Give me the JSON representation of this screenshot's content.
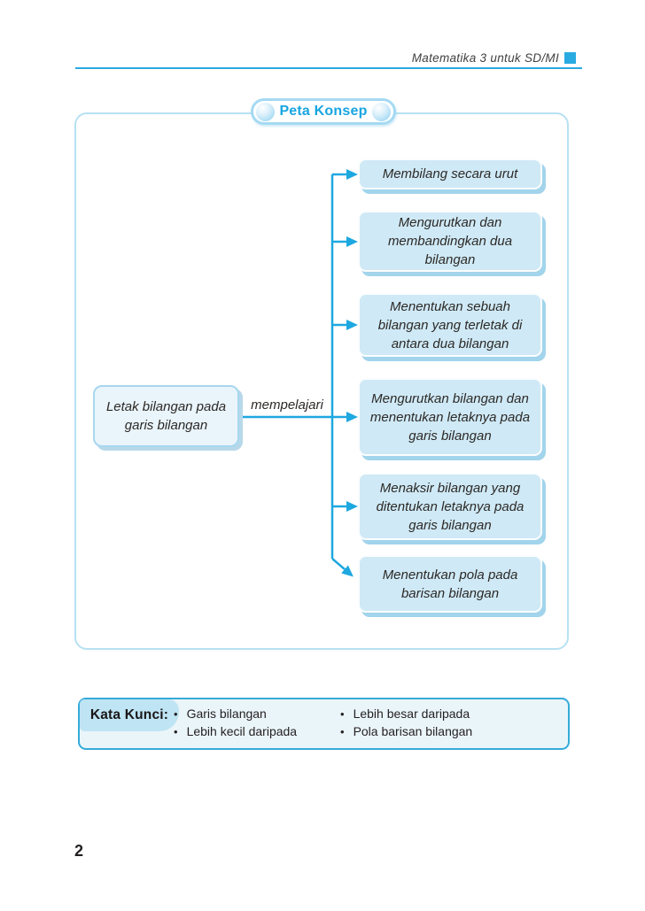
{
  "page": {
    "header": {
      "title": "Matematika 3 untuk SD/MI"
    },
    "page_number": "2"
  },
  "concept_map": {
    "title": "Peta Konsep",
    "root_label": "Letak bilangan pada\ngaris bilangan",
    "connector_label": "mempelajari",
    "branches": [
      "Membilang secara urut",
      "Mengurutkan dan\nmembandingkan dua\nbilangan",
      "Menentukan sebuah\nbilangan yang terletak di\nantara dua bilangan",
      "Mengurutkan bilangan dan\nmenentukan letaknya pada\ngaris bilangan",
      "Menaksir bilangan yang\nditentukan letaknya pada\ngaris bilangan",
      "Menentukan pola pada\nbarisan bilangan"
    ]
  },
  "keywords": {
    "label": "Kata Kunci:",
    "bullet_glyph": "•",
    "columns": [
      [
        "Garis bilangan",
        "Lebih kecil daripada"
      ],
      [
        "Lebih besar daripada",
        "Pola barisan bilangan"
      ]
    ]
  },
  "colors": {
    "accent_blue": "#29abe2",
    "line_blue": "#1ea8e0",
    "branch_fill": "#cfe9f6",
    "branch_shadow": "#a2d4ec",
    "root_fill": "#e9f4fb",
    "panel_border": "#b7e1f3",
    "keywords_border": "#35abd9",
    "keywords_blob": "#bfe4f3"
  }
}
